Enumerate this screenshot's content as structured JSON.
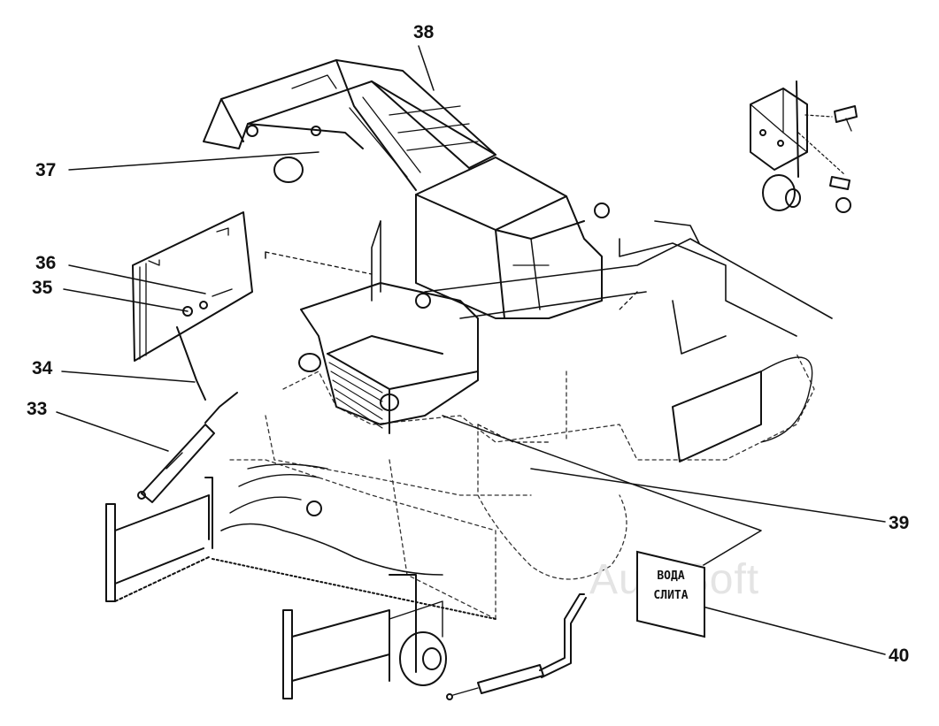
{
  "watermark": "AutoSoft",
  "sign": {
    "line1": "ВОДА",
    "line2": "СЛИТА"
  },
  "callouts": [
    {
      "id": "38",
      "text": "38"
    },
    {
      "id": "37",
      "text": "37"
    },
    {
      "id": "36",
      "text": "36"
    },
    {
      "id": "35",
      "text": "35"
    },
    {
      "id": "34",
      "text": "34"
    },
    {
      "id": "33",
      "text": "33"
    },
    {
      "id": "39",
      "text": "39"
    },
    {
      "id": "40",
      "text": "40"
    }
  ]
}
